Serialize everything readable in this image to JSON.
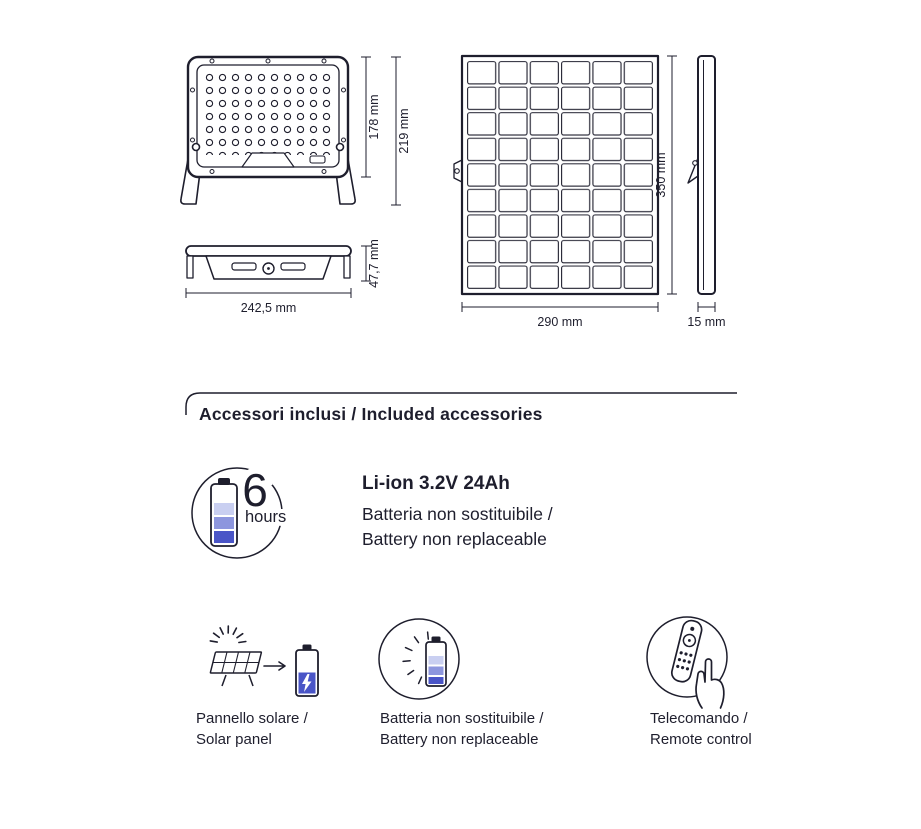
{
  "colors": {
    "ink": "#1e1e2d",
    "battery_blue_dark": "#4a55c7",
    "battery_blue_mid": "#8d96de",
    "battery_blue_light": "#c9cff1"
  },
  "drawings": {
    "dims": {
      "front_height": "178 mm",
      "total_height": "219 mm",
      "side_height": "47,7 mm",
      "width": "242,5 mm",
      "panel_height": "350 mm",
      "panel_width": "290 mm",
      "panel_depth": "15 mm"
    }
  },
  "accessories": {
    "heading": "Accessori inclusi / Included accessories",
    "battery": {
      "hours_value": "6",
      "hours_unit": "hours",
      "title": "Li-ion 3.2V 24Ah",
      "line1": "Batteria non sostituibile /",
      "line2": "Battery non replaceable"
    },
    "items": [
      {
        "icon": "solar-panel-icon",
        "line1": "Pannello solare /",
        "line2": "Solar panel"
      },
      {
        "icon": "battery-icon",
        "line1": "Batteria non sostituibile /",
        "line2": "Battery non replaceable"
      },
      {
        "icon": "remote-control-icon",
        "line1": "Telecomando /",
        "line2": "Remote control"
      }
    ]
  }
}
